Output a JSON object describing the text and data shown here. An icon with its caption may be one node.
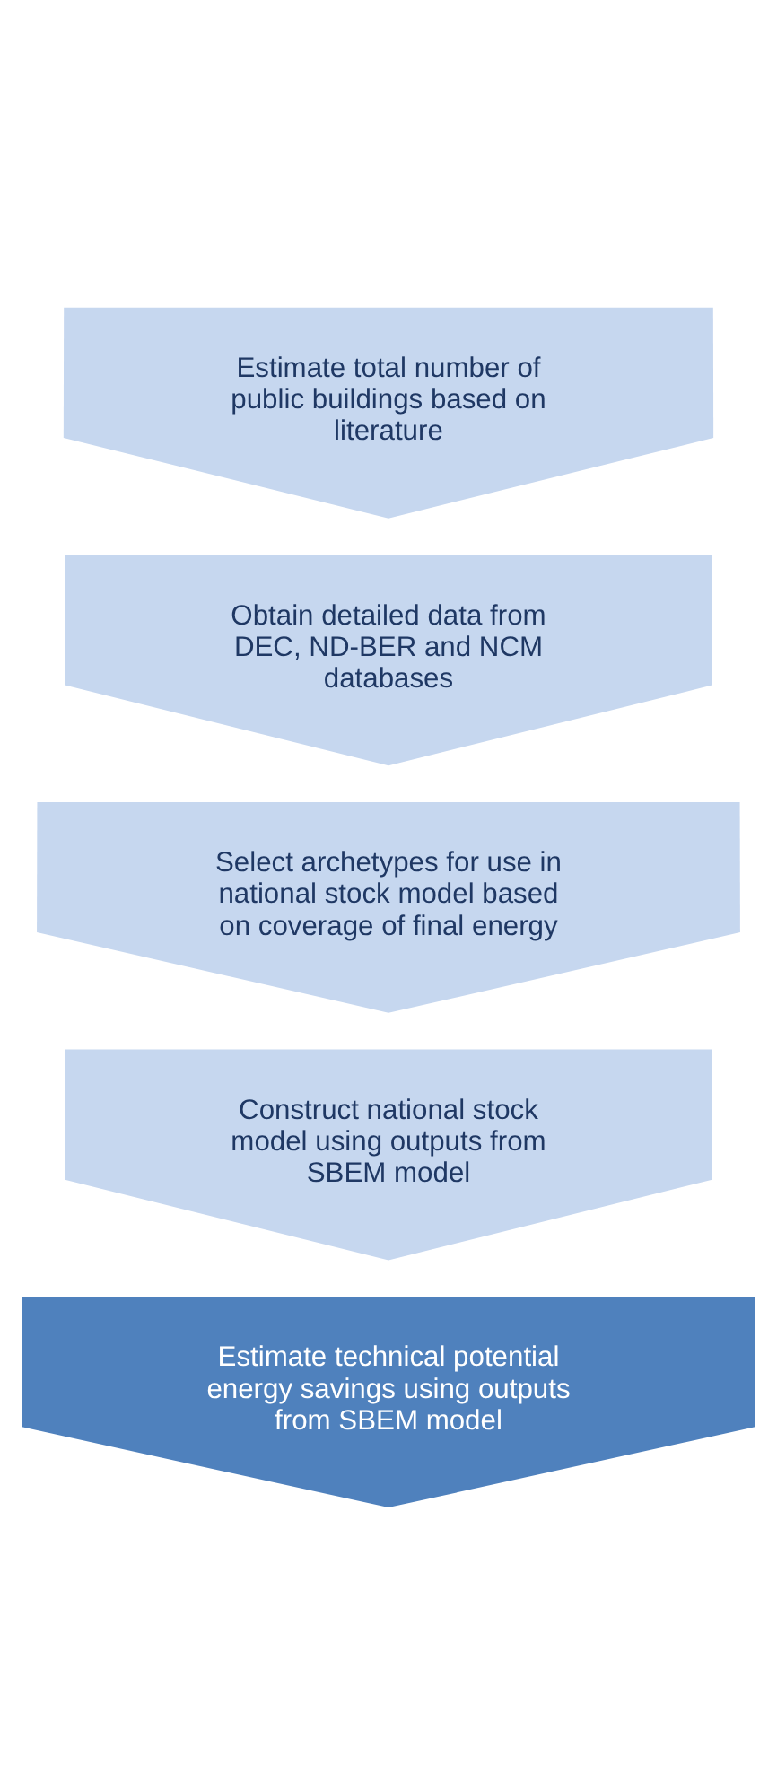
{
  "diagram": {
    "nodes": [
      {
        "text": [
          "Estimate total number of public buildings based on literature"
        ]
      },
      {
        "text": [
          "Obtain detailed data from DEC, ND-BER and NCM databases"
        ]
      },
      {
        "text": [
          "Select archetypes for use in national stock model based on coverage of final energy"
        ]
      },
      {
        "text": [
          "Construct national stock model using outputs from SBEM model"
        ]
      },
      {
        "text": [
          "Estimate technical potential energy savings using outputs from SBEM model"
        ]
      }
    ]
  }
}
